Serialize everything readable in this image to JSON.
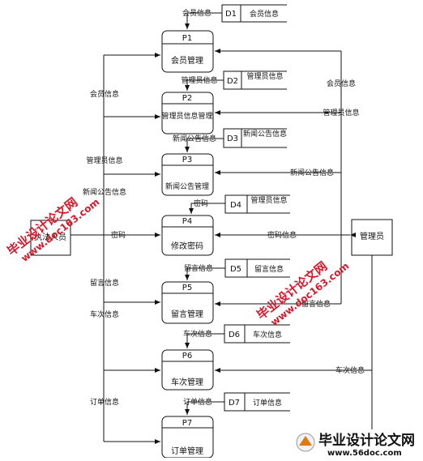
{
  "processes": [
    {
      "id": "P1",
      "name": "会员管理"
    },
    {
      "id": "P2",
      "name": "管理员信息管理"
    },
    {
      "id": "P3",
      "name": "新闻公告管理"
    },
    {
      "id": "P4",
      "name": "修改密码"
    },
    {
      "id": "P5",
      "name": "留言管理"
    },
    {
      "id": "P6",
      "name": "车次管理"
    },
    {
      "id": "P7",
      "name": "订单管理"
    }
  ],
  "stores": [
    {
      "id": "D1",
      "name": "会员信息"
    },
    {
      "id": "D2",
      "name": "管理员信息"
    },
    {
      "id": "D3",
      "name": "新闻公告信息"
    },
    {
      "id": "D4",
      "name": "管理员信息"
    },
    {
      "id": "D5",
      "name": "留言信息"
    },
    {
      "id": "D6",
      "name": "车次信息"
    },
    {
      "id": "D7",
      "name": "订单信息"
    }
  ],
  "entities": {
    "left": "执法人员",
    "right": "管理员"
  },
  "flow_labels": {
    "d1_in": "会员信息",
    "d2_in": "管理员信息",
    "d3_in": "新闻公告信息",
    "d4_in": "密码",
    "d5_in": "留言信息",
    "d6_in": "车次信息",
    "d7_in": "订单信息",
    "left_member": "会员信息",
    "left_admin": "管理员信息",
    "left_news": "新闻公告信息",
    "left_pwd": "密码",
    "left_msg": "留言信息",
    "left_train": "车次信息",
    "left_order": "订单信息",
    "right_member": "会员信息",
    "right_admin": "管理员信息",
    "right_news": "新闻公告信息",
    "right_pwd": "密码信息",
    "right_msg": "留言信息",
    "right_train": "车次信息"
  },
  "watermarks": {
    "cn": "毕业设计论文网",
    "url": "www.doc163.com",
    "brand_cn": "毕业设计论文网",
    "brand_url": "www.56doc.com"
  }
}
